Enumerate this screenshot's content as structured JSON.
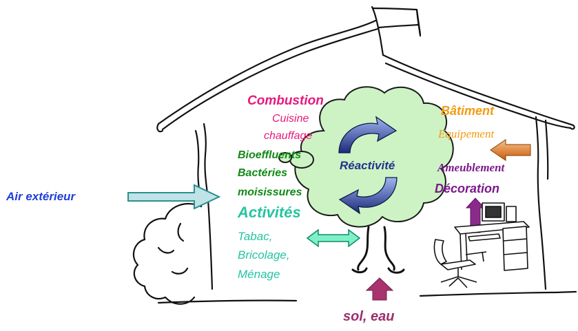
{
  "diagram": {
    "outside_air": {
      "label": "Air extérieur",
      "color": "#1f3fd8"
    },
    "ground": {
      "label": "sol, eau",
      "color": "#9c2e6e"
    },
    "reactivity": {
      "label": "Réactivité",
      "color": "#24318a"
    },
    "combustion": {
      "title": "Combustion",
      "items": [
        "Cuisine",
        "chauffage"
      ],
      "color": "#e8197a"
    },
    "bio": {
      "title": "Bioeffluents",
      "items": [
        "Bactéries",
        "moisissures"
      ],
      "color": "#118a16"
    },
    "activities": {
      "title": "Activités",
      "items": [
        "Tabac,",
        "Bricolage,",
        "Ménage"
      ],
      "color": "#26c4a0"
    },
    "building": {
      "title": "Bâtiment",
      "items": [
        "Equipement"
      ],
      "color": "#f39b12"
    },
    "furnishing": {
      "items": [
        "Ameublement",
        "Décoration"
      ],
      "color": "#7c1a8c"
    },
    "icons": [
      "house-outline",
      "reactivity-cloud",
      "cycle-arrows",
      "desk-computer",
      "chair"
    ]
  }
}
